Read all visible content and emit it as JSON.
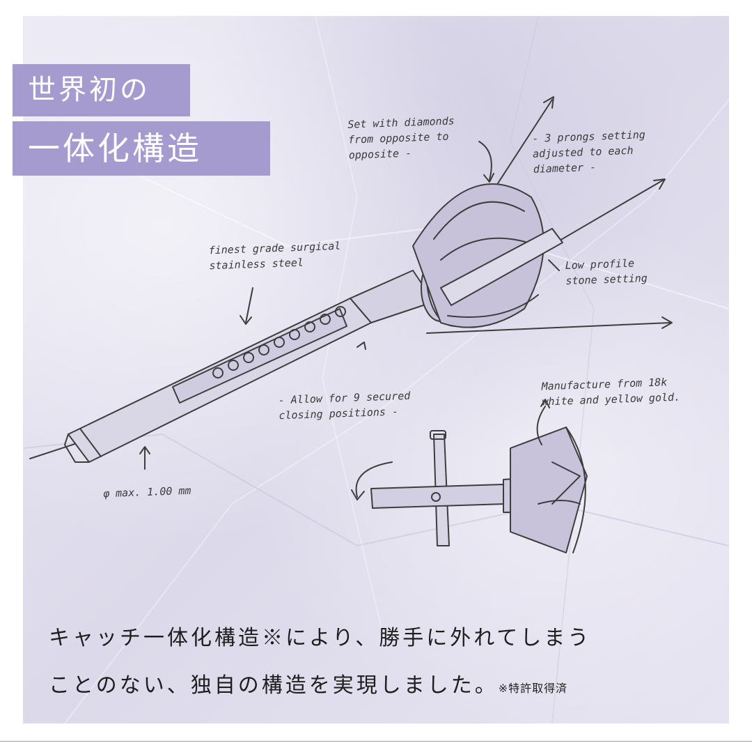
{
  "badge": {
    "line1": "世界初の",
    "line2": "一体化構造"
  },
  "annotations": {
    "diamonds": "Set with diamonds\nfrom opposite to\nopposite -",
    "prongs": "- 3 prongs setting\nadjusted to each\ndiameter -",
    "steel": "finest grade surgical\nstainless steel",
    "low_profile": "Low profile\nstone setting",
    "positions": "- Allow for 9 secured\nclosing positions -",
    "gold": "Manufacture from 18k\nwhite and yellow gold.",
    "diameter": "φ max. 1.00 mm"
  },
  "caption": {
    "line1": "キャッチ一体化構造※により、勝手に外れてしまう",
    "line2": "ことのない、独自の構造を実現しました。",
    "footnote": "※特許取得済"
  },
  "colors": {
    "badge": "#a59bcf",
    "paper": "#e4e2f0",
    "ink": "#3a3a3a"
  }
}
